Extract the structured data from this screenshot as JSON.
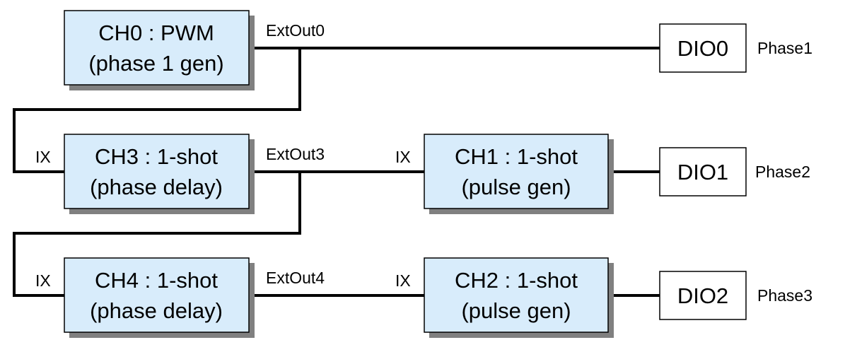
{
  "colors": {
    "channel_fill": "#d8ecfb",
    "dio_fill": "#ffffff",
    "stroke": "#000000",
    "shadow": "#808080"
  },
  "channels": {
    "ch0": {
      "line1": "CH0 : PWM",
      "line2": "(phase 1 gen)"
    },
    "ch3": {
      "line1": "CH3 : 1-shot",
      "line2": "(phase delay)"
    },
    "ch4": {
      "line1": "CH4 : 1-shot",
      "line2": "(phase delay)"
    },
    "ch1": {
      "line1": "CH1 : 1-shot",
      "line2": "(pulse gen)"
    },
    "ch2": {
      "line1": "CH2 : 1-shot",
      "line2": "(pulse gen)"
    }
  },
  "outputs": {
    "dio0": "DIO0",
    "dio1": "DIO1",
    "dio2": "DIO2"
  },
  "phases": {
    "phase1": "Phase1",
    "phase2": "Phase2",
    "phase3": "Phase3"
  },
  "signals": {
    "extout0": "ExtOut0",
    "extout3": "ExtOut3",
    "extout4": "ExtOut4",
    "ix": "IX"
  }
}
